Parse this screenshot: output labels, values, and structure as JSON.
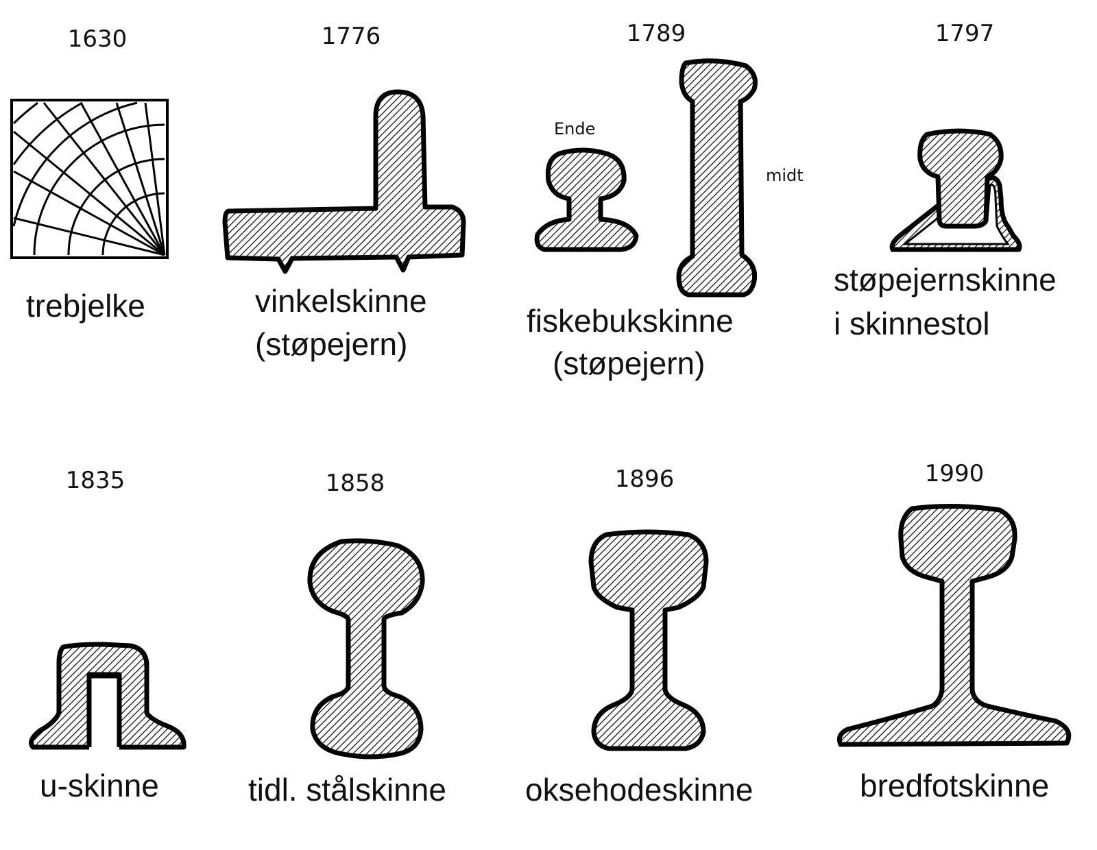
{
  "profiles": [
    {
      "year": "1630",
      "name": "trebjelke",
      "note": ""
    },
    {
      "year": "1776",
      "name": "vinkelskinne",
      "note": "(støpejern)"
    },
    {
      "year": "1789",
      "name": "fiskebukskinne",
      "note": "(støpejern)"
    },
    {
      "year": "1797",
      "name": "støpejernskinne",
      "note": "i skinnestol"
    },
    {
      "year": "1835",
      "name": "u-skinne",
      "note": ""
    },
    {
      "year": "1858",
      "name": "tidl. stålskinne",
      "note": ""
    },
    {
      "year": "1896",
      "name": "oksehodeskinne",
      "note": ""
    },
    {
      "year": "1990",
      "name": "bredfotskinne",
      "note": ""
    }
  ],
  "annotations": {
    "end": "Ende",
    "middle": "midt"
  },
  "colors": {
    "ink": "#000000",
    "background": "#ffffff"
  }
}
